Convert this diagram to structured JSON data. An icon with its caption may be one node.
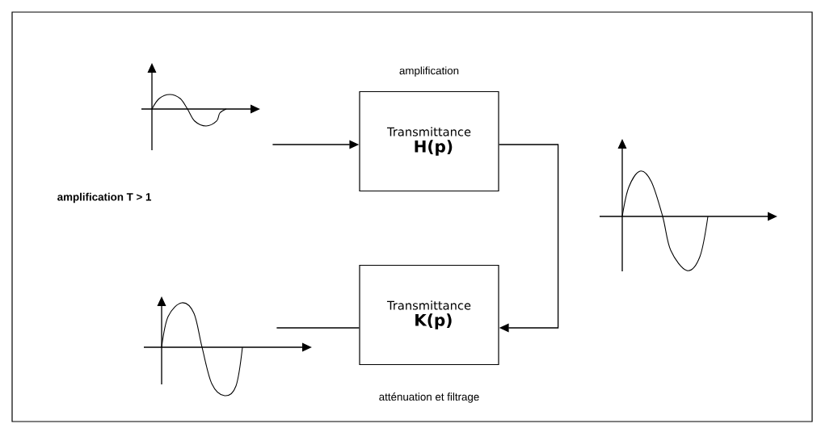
{
  "diagram": {
    "nodes": [
      {
        "text": [
          "Transmittance",
          "H(p)"
        ],
        "beside": [
          "amplification"
        ]
      },
      {
        "text": [
          "Transmittance",
          "K(p)"
        ],
        "beside": [
          "atténuation et filtrage"
        ]
      }
    ],
    "edges": [
      {
        "from": 0,
        "to": 1,
        "arrow": "to"
      },
      {
        "from": null,
        "to": 0,
        "arrow": "to"
      },
      {
        "from": 1,
        "to": null,
        "arrow": "none"
      }
    ],
    "labels": [
      "amplification  T > 1"
    ]
  }
}
